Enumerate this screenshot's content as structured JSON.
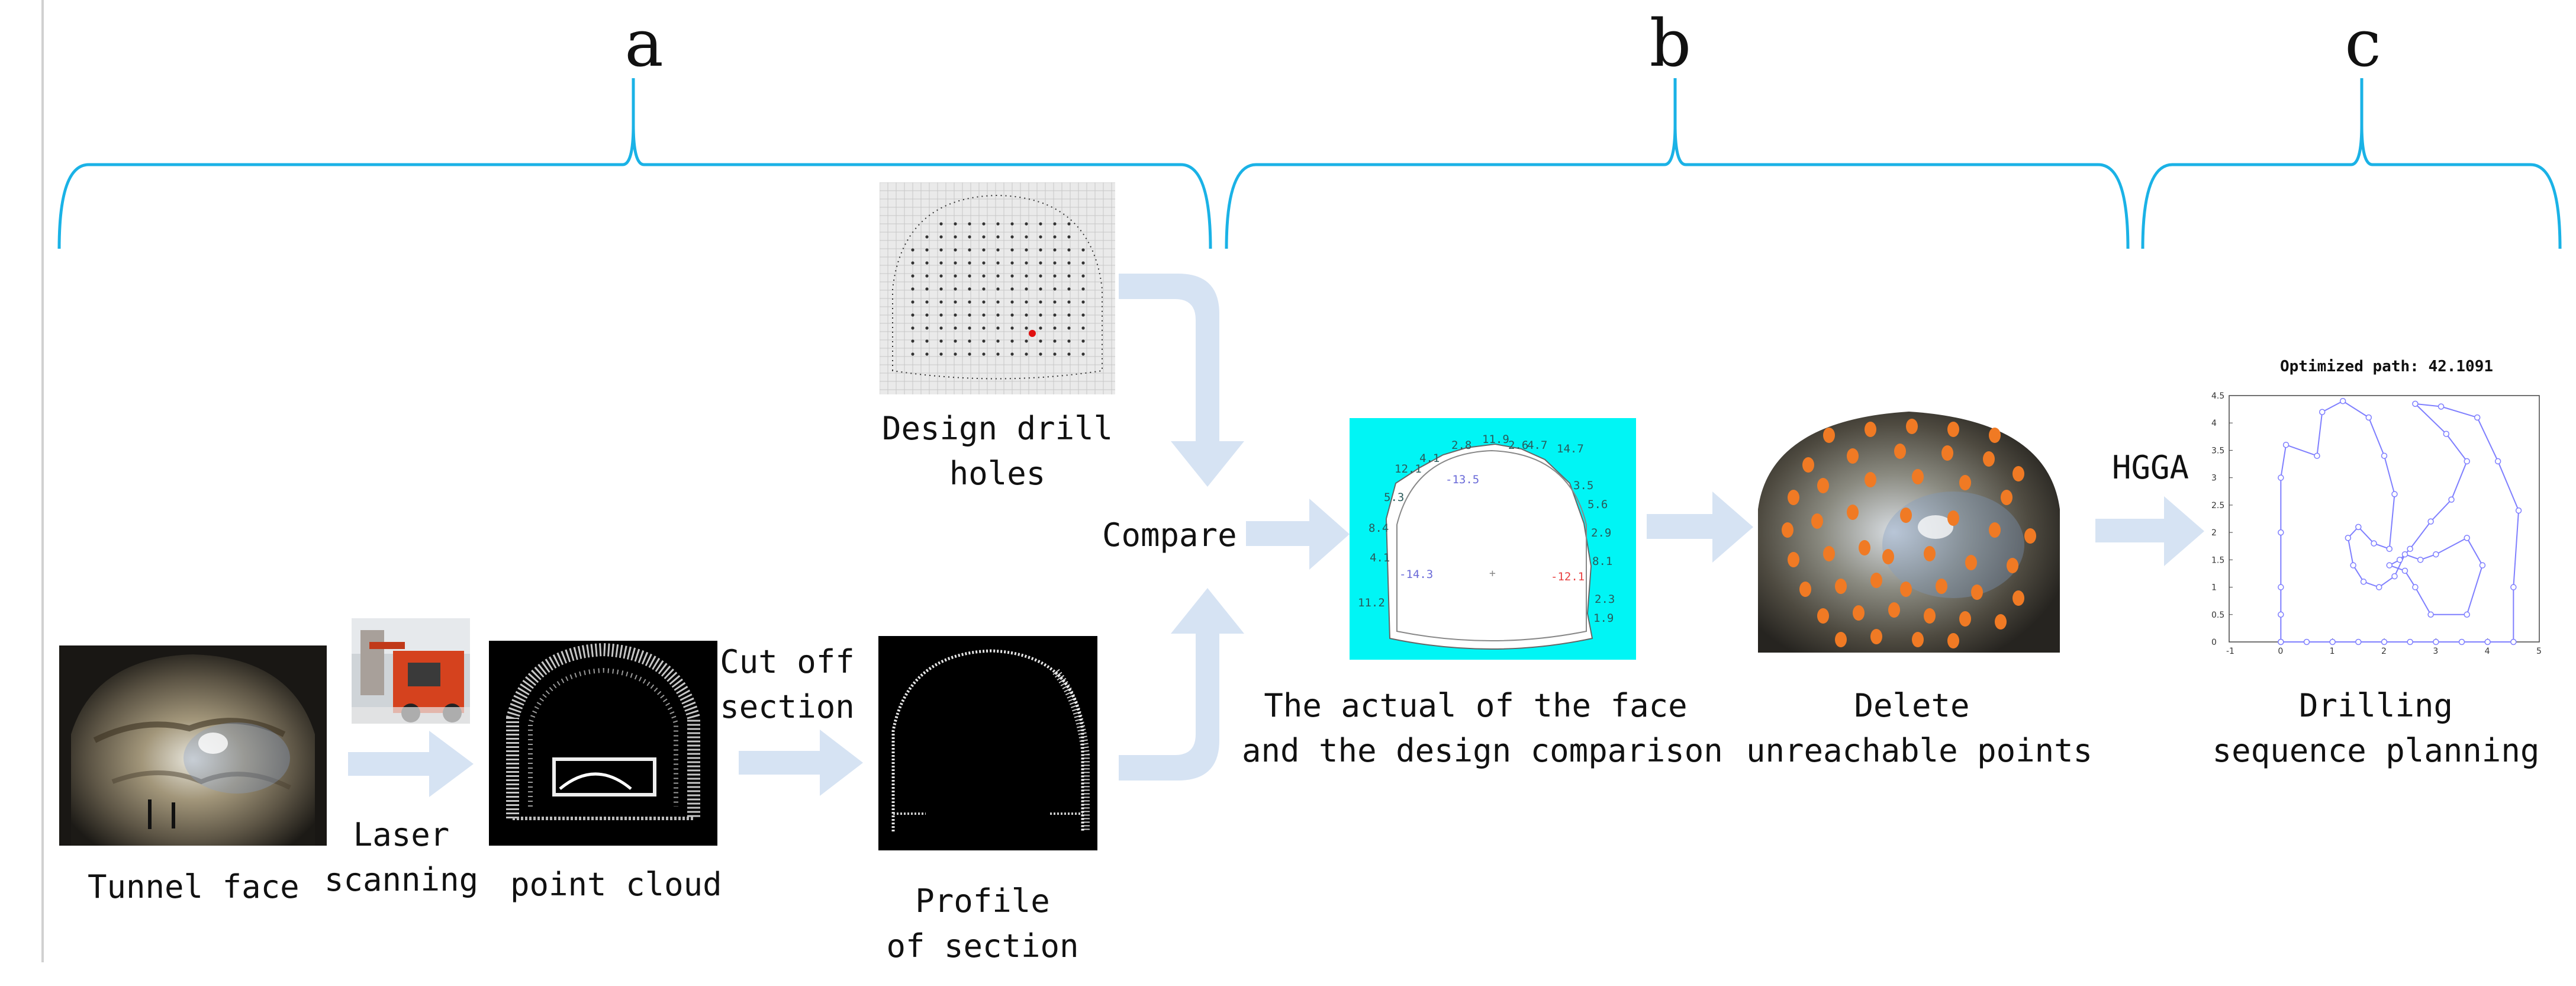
{
  "sections": [
    {
      "letter": "a"
    },
    {
      "letter": "b"
    },
    {
      "letter": "c"
    }
  ],
  "labels": {
    "tunnel_face": "Tunnel face",
    "laser_scanning": [
      "Laser",
      "scanning"
    ],
    "point_cloud": "point cloud",
    "cut_off_section": [
      "Cut off",
      "section"
    ],
    "profile_of_section": [
      "Profile",
      "of section"
    ],
    "design_drill_holes": [
      "Design drill",
      "holes"
    ],
    "compare": "Compare",
    "comparison": [
      "The actual of the face",
      "and the design comparison"
    ],
    "delete_points": [
      "Delete",
      "unreachable points"
    ],
    "hgga": "HGGA",
    "drilling_sequence": [
      "Drilling",
      "sequence planning"
    ]
  },
  "comparison_panel": {
    "background": "#00f5f5",
    "values": [
      "12.1",
      "4.1",
      "2.8",
      "11.9",
      "2.6",
      "4.7",
      "14.7",
      "5.3",
      "3.5",
      "5.6",
      "8.4",
      "2.9",
      "4.1",
      "8.1",
      "2.3",
      "11.2",
      "1.9"
    ],
    "negative_values": [
      "-13.5",
      "-14.3",
      "-12.1"
    ]
  },
  "path_plot": {
    "title": "Optimized path: 42.1091",
    "x_ticks": [
      "-1",
      "0",
      "1",
      "2",
      "3",
      "4",
      "5"
    ],
    "y_ticks": [
      "0",
      "0.5",
      "1",
      "1.5",
      "2",
      "2.5",
      "3",
      "3.5",
      "4",
      "4.5"
    ],
    "line_color": "#7f7fff"
  },
  "colors": {
    "bracket": "#1ab2e6",
    "arrow": "#d6e3f3",
    "drill_point": "#f07a24"
  }
}
